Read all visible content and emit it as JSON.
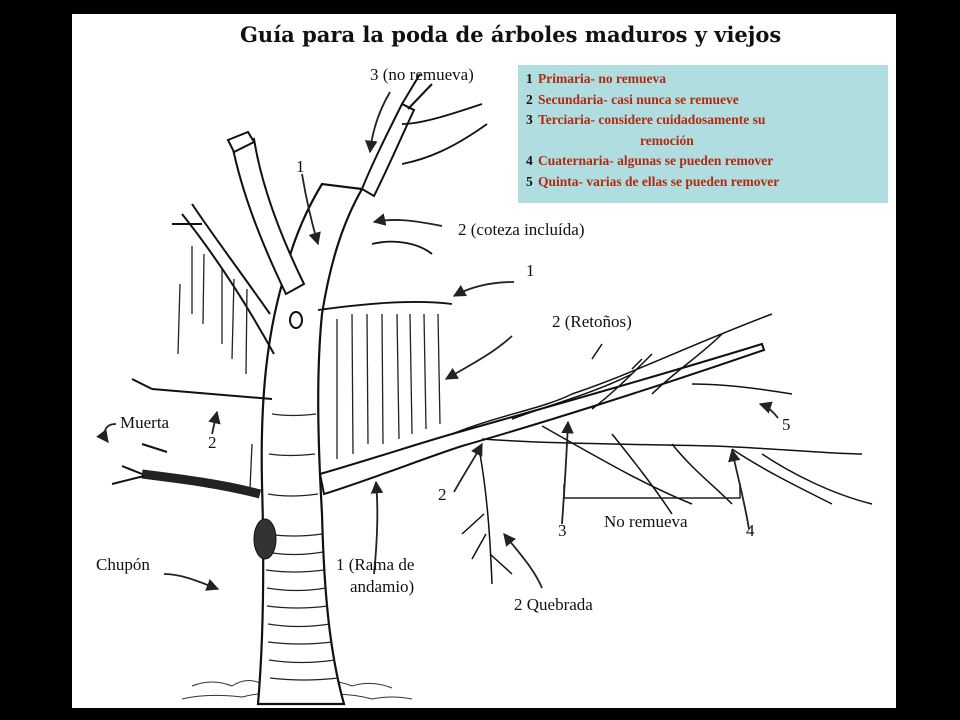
{
  "title": "Guía para la poda de árboles maduros y viejos",
  "legend": [
    {
      "num": "1",
      "text": "Primaria- no remueva"
    },
    {
      "num": "2",
      "text": "Secundaria- casi nunca se remueve"
    },
    {
      "num": "3",
      "text": "Terciaria- considere cuidadosamente su"
    },
    {
      "num": "",
      "text": "remoción"
    },
    {
      "num": "4",
      "text": "Cuaternaria- algunas se pueden remover"
    },
    {
      "num": "5",
      "text": "Quinta- varias de ellas se pueden remover"
    }
  ],
  "labels": {
    "tertiary_top": "3 (no remueva)",
    "primary_trunk": "1",
    "included_bark": "2 (coteza incluída)",
    "primary_right": "1",
    "sprouts": "2 (Retoños)",
    "dead": "Muerta",
    "secondary_left": "2",
    "secondary_low": "2",
    "fifth": "5",
    "no_remove": "No remueva",
    "tertiary_low": "3",
    "quaternary": "4",
    "sucker": "Chupón",
    "scaffold_line1": "1 (Rama de",
    "scaffold_line2": "andamio)",
    "broken": "2 Quebrada"
  },
  "colors": {
    "background": "#000000",
    "panel": "#ffffff",
    "legend_bg": "#b0dde0",
    "legend_text": "#b02a10",
    "ink": "#111111"
  }
}
